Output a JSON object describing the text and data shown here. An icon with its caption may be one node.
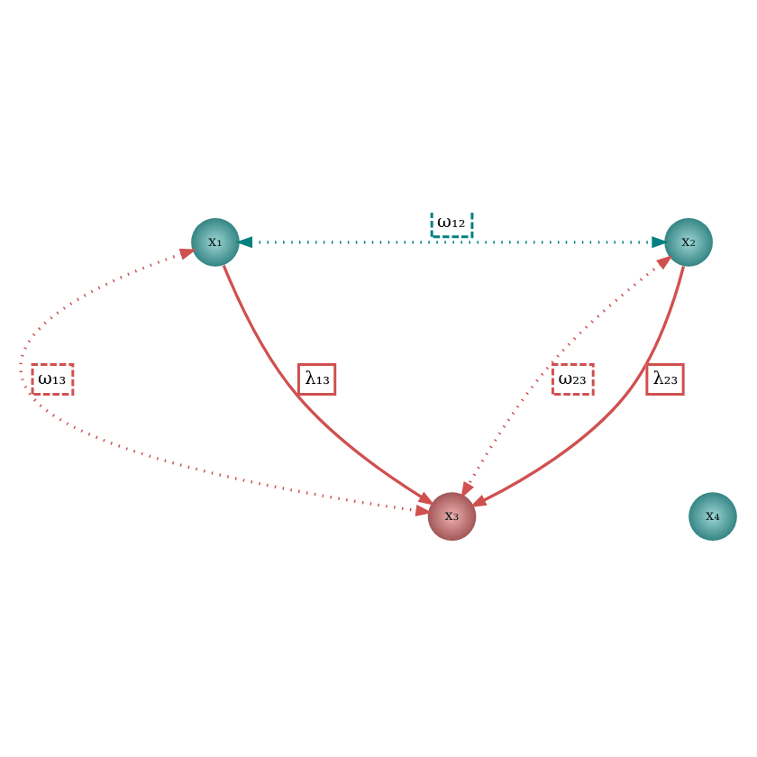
{
  "diagram": {
    "nodes": [
      {
        "text": [
          "x₁"
        ]
      },
      {
        "text": [
          "x₂"
        ]
      },
      {
        "text": [
          "x₃"
        ]
      },
      {
        "text": [
          "x₄"
        ]
      }
    ],
    "edges": [
      {
        "from": 0,
        "to": 1,
        "arrow": "both",
        "label": "ω₁₂",
        "style": "dashed",
        "color": "#008080"
      },
      {
        "from": 0,
        "to": 2,
        "arrow": "both",
        "label": "ω₁₃",
        "style": "dashed"
      },
      {
        "from": 0,
        "to": 2,
        "arrow": "to",
        "label": "λ₁₃"
      },
      {
        "from": 1,
        "to": 2,
        "arrow": "both",
        "label": "ω₂₃",
        "style": "dashed"
      },
      {
        "from": 1,
        "to": 2,
        "arrow": "to",
        "label": "λ₂₃"
      }
    ]
  }
}
